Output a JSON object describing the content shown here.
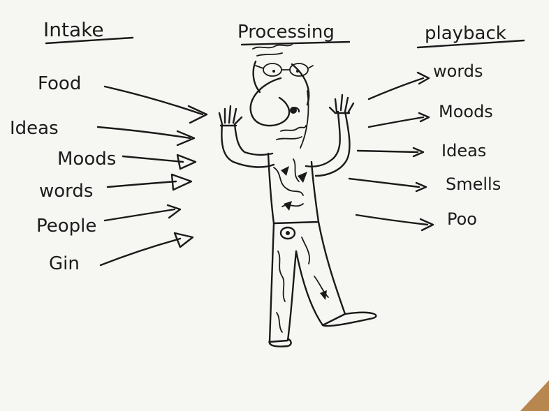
{
  "diagram": {
    "headings": {
      "intake": "Intake",
      "processing": "Processing",
      "playback": "playback"
    },
    "intake_items": [
      "Food",
      "Ideas",
      "Moods",
      "words",
      "People",
      "Gin"
    ],
    "playback_items": [
      "words",
      "Moods",
      "Ideas",
      "Smells",
      "Poo"
    ],
    "colors": {
      "ink": "#1a1a1a",
      "paper": "#f7f7f5",
      "table": "#c99a66"
    }
  }
}
